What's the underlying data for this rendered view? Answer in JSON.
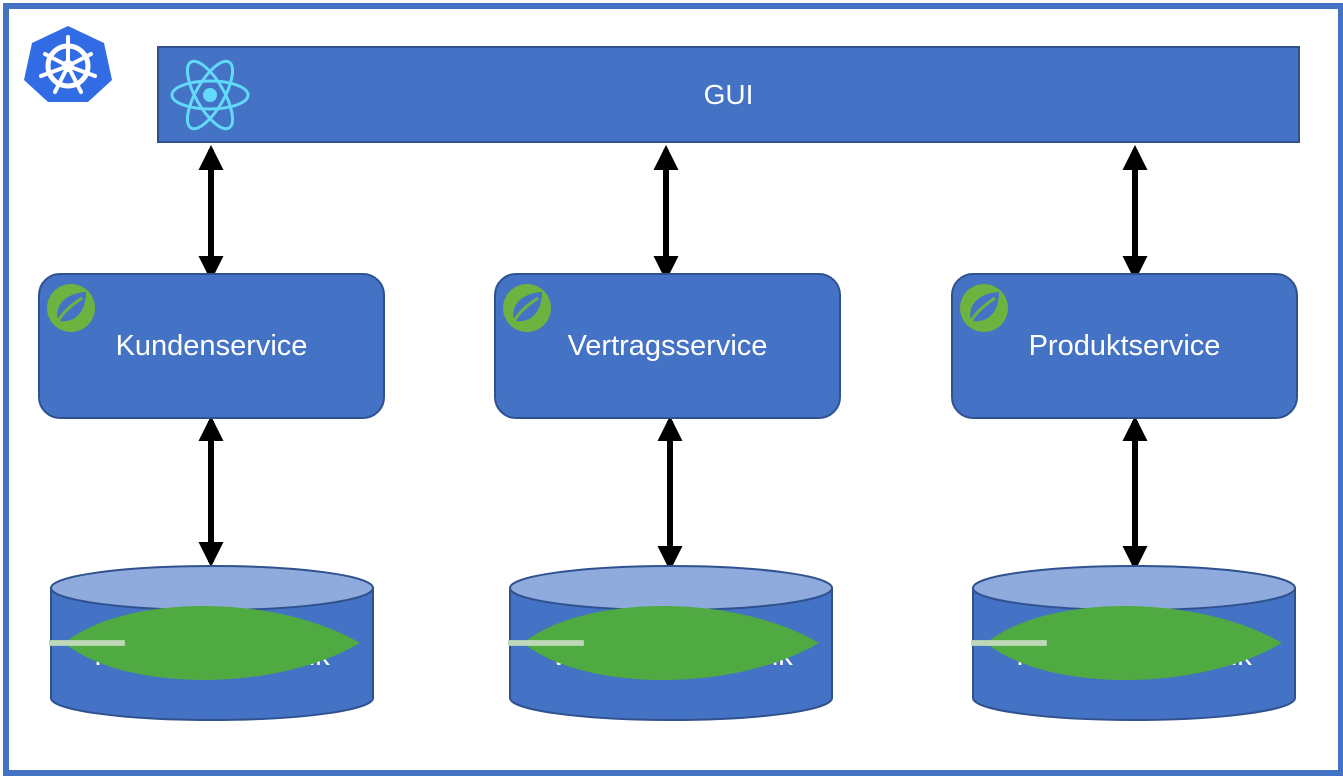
{
  "gui": {
    "label": "GUI"
  },
  "services": [
    {
      "label": "Kundenservice"
    },
    {
      "label": "Vertragsservice"
    },
    {
      "label": "Produktservice"
    }
  ],
  "databases": [
    {
      "label": "Kundendatenbank"
    },
    {
      "label": "Vertragsdatenbank"
    },
    {
      "label": "Produktdatenbank"
    }
  ],
  "colors": {
    "frame": "#4472C4",
    "box_fill": "#4472C4",
    "box_border": "#2F528F",
    "db_top": "#8FAADC",
    "arrow": "#000000",
    "spring_green": "#6DB33F",
    "react_cyan": "#61DAFB",
    "k8s_blue": "#326CE5",
    "mongo_green": "#4FAA41"
  },
  "icons": {
    "platform": "kubernetes-icon",
    "frontend": "react-icon",
    "service": "spring-icon",
    "database": "mongodb-leaf-icon"
  }
}
